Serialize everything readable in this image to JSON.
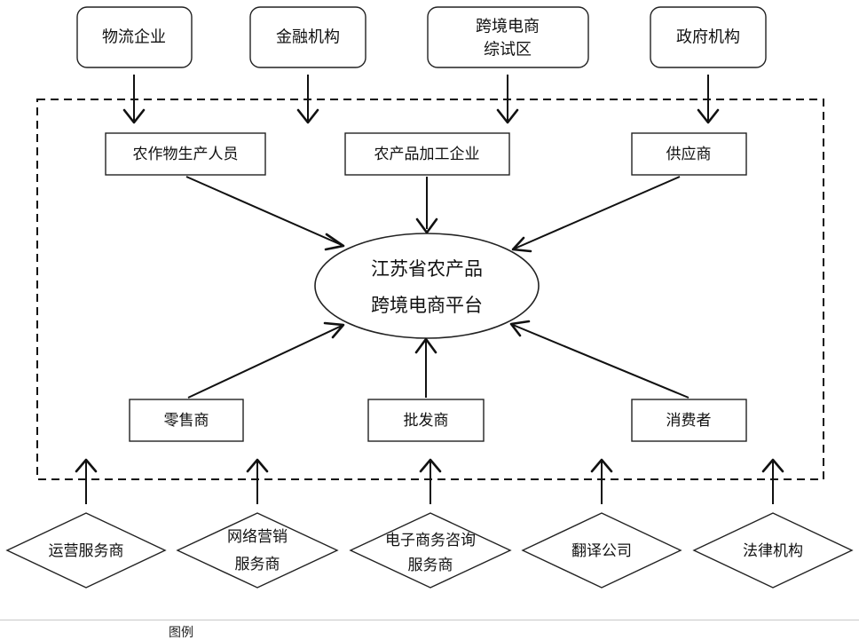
{
  "top_organizations": [
    "物流企业",
    "金融机构",
    "跨境电商",
    "综试区",
    "政府机构"
  ],
  "participants_top": [
    "农作物生产人员",
    "农产品加工企业",
    "供应商"
  ],
  "platform": [
    "江苏省农产品",
    "跨境电商平台"
  ],
  "participants_bottom": [
    "零售商",
    "批发商",
    "消费者"
  ],
  "service_providers": [
    "运营服务商",
    "网络营销",
    "服务商",
    "电子商务咨询",
    "服务商",
    "翻译公司",
    "法律机构"
  ],
  "legend_label": "图例"
}
